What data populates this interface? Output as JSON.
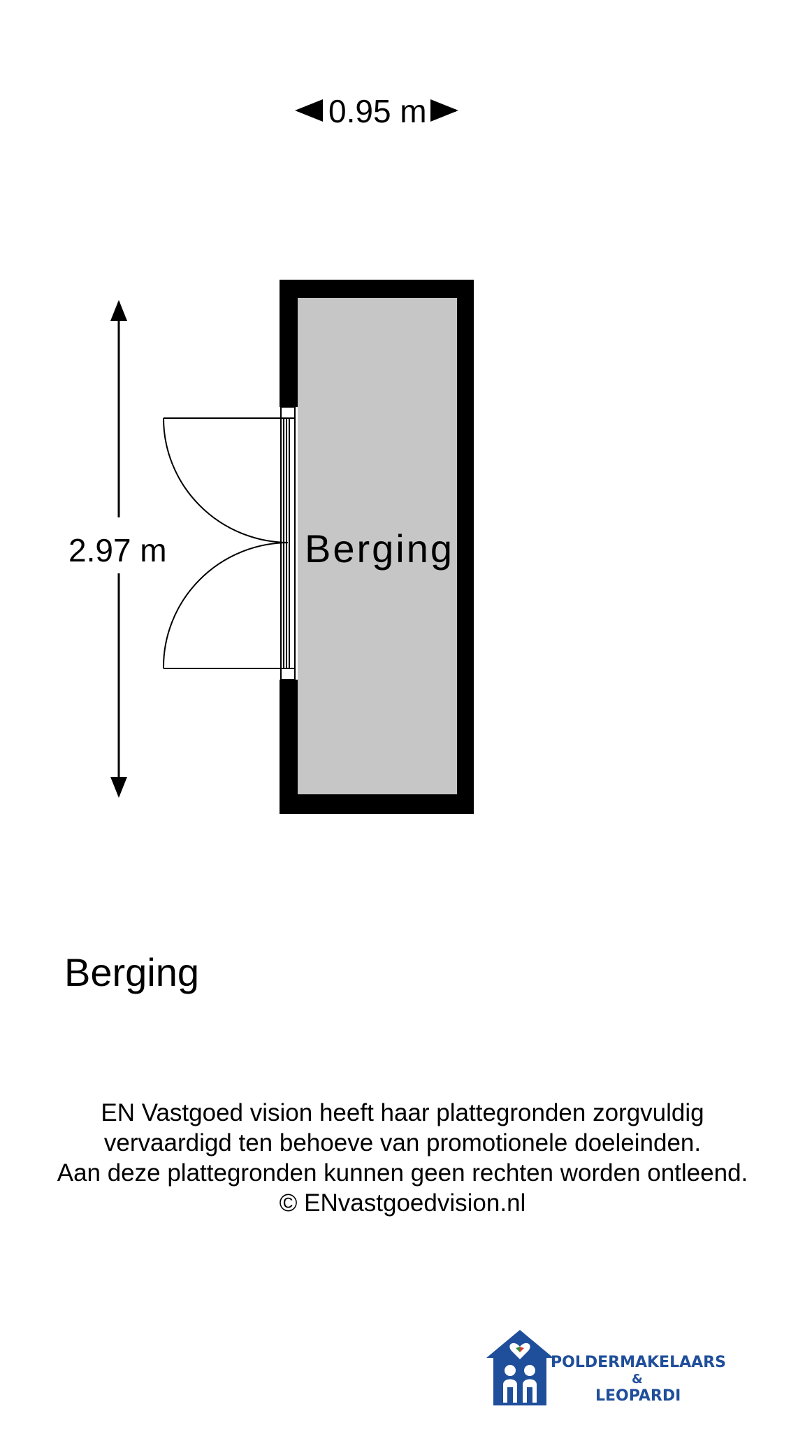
{
  "dimensions": {
    "width": "0.95 m",
    "height": "2.97 m"
  },
  "room": {
    "label": "Berging"
  },
  "floor": {
    "title": "Berging"
  },
  "disclaimer": {
    "lines": [
      "EN Vastgoed vision heeft haar plattegronden zorgvuldig",
      "vervaardigd ten behoeve van promotionele doeleinden.",
      "Aan deze plattegronden kunnen geen rechten worden ontleend.",
      "© ENvastgoedvision.nl"
    ]
  },
  "logo": {
    "line1": "POLDERMAKELAARS",
    "line2": "&",
    "line3": "LEOPARDI",
    "color": "#1f4e9a"
  },
  "colors": {
    "wall": "#000000",
    "floor": "#c6c6c6",
    "background": "#ffffff"
  }
}
